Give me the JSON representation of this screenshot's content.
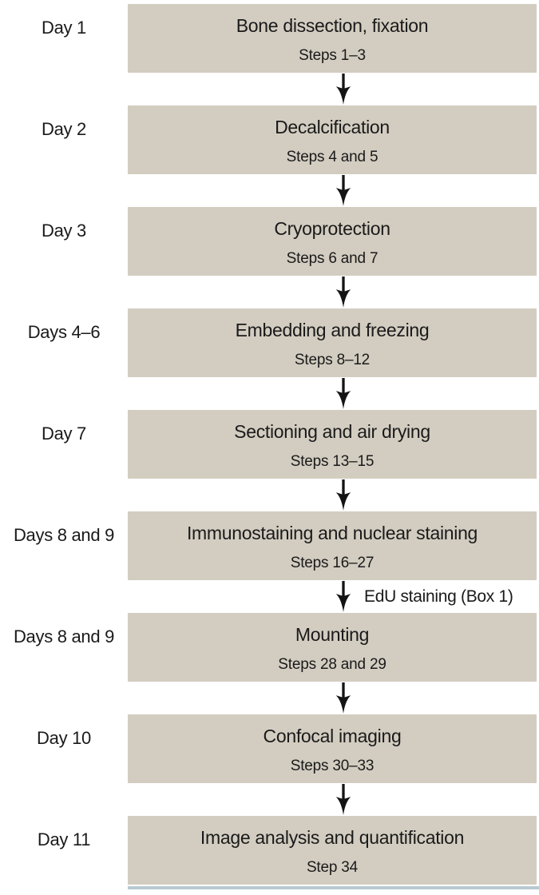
{
  "figure": {
    "colors": {
      "box": "#d3cdc1",
      "text": "#1a1a1a",
      "bottom_rule": "#b7c9d1",
      "arrow": "#141414"
    },
    "rows": [
      {
        "day": "Day 1",
        "title": "Bone dissection, fixation",
        "steps": "Steps 1–3"
      },
      {
        "day": "Day 2",
        "title": "Decalcification",
        "steps": "Steps 4 and 5"
      },
      {
        "day": "Day 3",
        "title": "Cryoprotection",
        "steps": "Steps 6 and 7"
      },
      {
        "day": "Days 4–6",
        "title": "Embedding and freezing",
        "steps": "Steps 8–12"
      },
      {
        "day": "Day 7",
        "title": "Sectioning and air drying",
        "steps": "Steps 13–15"
      },
      {
        "day": "Days 8 and 9",
        "title": "Immunostaining and nuclear staining",
        "steps": "Steps 16–27"
      },
      {
        "day": "Days 8 and 9",
        "title": "Mounting",
        "steps": "Steps 28 and 29"
      },
      {
        "day": "Day 10",
        "title": "Confocal imaging",
        "steps": "Steps 30–33"
      },
      {
        "day": "Day 11",
        "title": "Image analysis and quantification",
        "steps": "Step 34"
      }
    ],
    "edu_label": "EdU staining (Box 1)"
  }
}
